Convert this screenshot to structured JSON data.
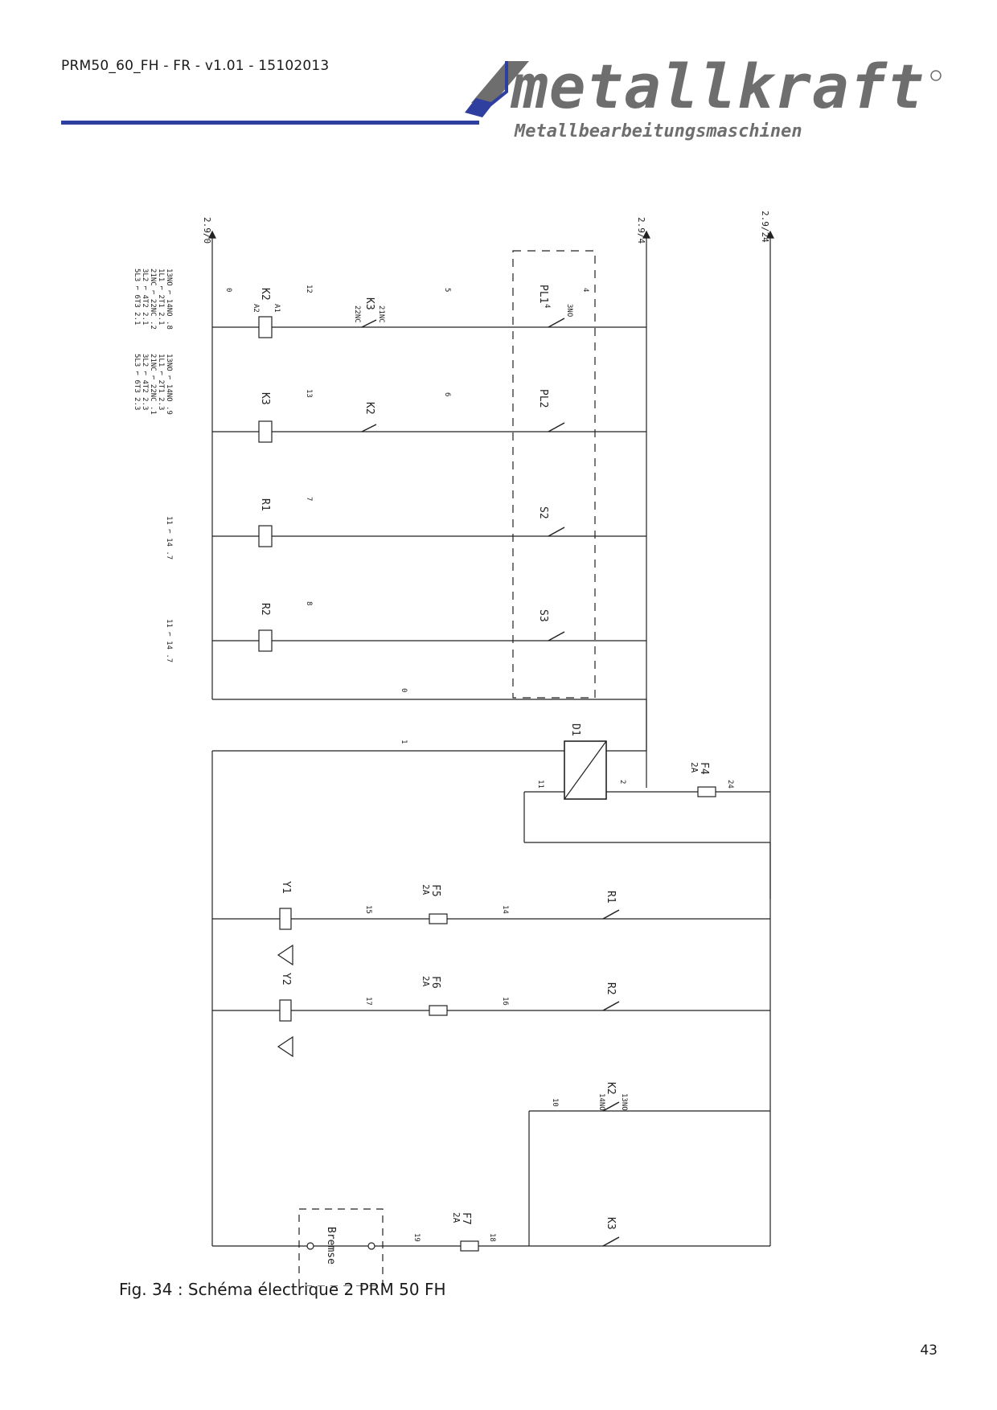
{
  "header": {
    "doc_id": "PRM50_60_FH - FR - v1.01 - 15102013",
    "brand": "metallkraft",
    "tagline": "Metallbearbeitungsmaschinen",
    "colors": {
      "rule": "#2f3fa0",
      "logo_text": "#6e6e6e",
      "logo_accent": "#2f3fa0"
    }
  },
  "schematic": {
    "refs": {
      "top_left": "2.9/0",
      "top_mid": "2.9/4",
      "top_right": "2.9/24"
    },
    "relays": {
      "k2": "K2",
      "k3": "K3",
      "r1": "R1",
      "r2": "R2",
      "y1": "Y1",
      "y2": "Y2",
      "d1": "D1"
    },
    "switches": {
      "pl1": "PL1",
      "pl2": "PL2",
      "s2": "S2",
      "s3": "S3"
    },
    "fuses": {
      "f4": "F4",
      "f5": "F5",
      "f6": "F6",
      "f7": "F7",
      "f4_rating": "2A",
      "f5_rating": "2A",
      "f6_rating": "2A",
      "f7_rating": "2A"
    },
    "brake": "Bremse",
    "pins": {
      "a1": "A1",
      "a2": "A2",
      "nc21": "21NC",
      "nc22": "22NC",
      "no3": "3NO",
      "no4": "4",
      "no13": "13NO",
      "no14": "14NO"
    },
    "wires": [
      "0",
      "12",
      "5",
      "4",
      "13",
      "6",
      "7",
      "8",
      "0",
      "1",
      "11",
      "2",
      "24",
      "15",
      "14",
      "17",
      "16",
      "19",
      "18",
      "10"
    ],
    "legend_k2": [
      "13NO ⌐ 14NO .8",
      "1L1  ⌐ 2T1  2.1",
      "21NC ⌐ 22NC .2",
      "3L2  ⌐ 4T2  2.1",
      "5L3  ⌐ 6T3  2.1"
    ],
    "legend_k3": [
      "13NO ⌐ 14NO .9",
      "1L1  ⌐ 2T1  2.3",
      "21NC ⌐ 22NC .1",
      "3L2  ⌐ 4T2  2.3",
      "5L3  ⌐ 6T3  2.3"
    ],
    "legend_r1": "11 ⌐ 14 .7",
    "legend_r2": "11 ⌐ 14 .7"
  },
  "caption": "Fig. 34 : Schéma électrique 2 PRM 50 FH",
  "page_number": "43"
}
